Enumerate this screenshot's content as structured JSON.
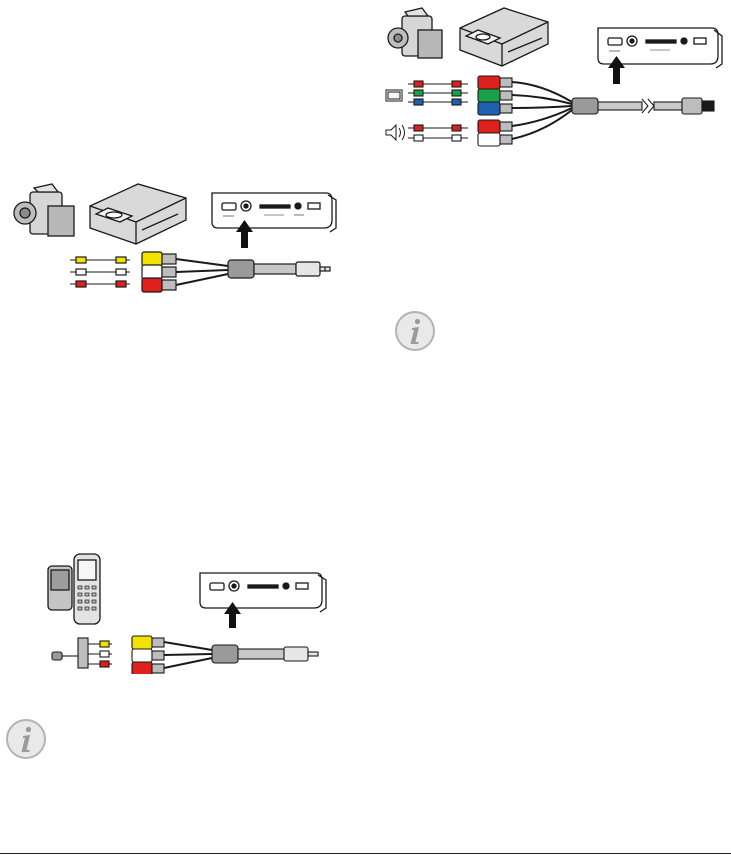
{
  "page": {
    "colors": {
      "rca_yellow": "#f4e300",
      "rca_white": "#ffffff",
      "rca_red": "#e0201c",
      "rca_green": "#1aa048",
      "rca_blue": "#1f5fb0",
      "device_gray": "#d6d6d6",
      "outline": "#1a1a1a",
      "arrow": "#111111",
      "note_icon_fill": "#e9e9e9",
      "note_icon_glyph": "#9a9a9a"
    }
  },
  "figures": [
    {
      "id": "composite-av-connection",
      "icons": [
        "camcorder-icon",
        "dvd-player-icon",
        "projector-icon",
        "arrow-up-icon",
        "composite-cable-icon"
      ]
    },
    {
      "id": "component-video-connection",
      "icons": [
        "camcorder-icon",
        "dvd-player-icon",
        "projector-icon",
        "arrow-up-icon",
        "component-cable-icon",
        "tv-icon",
        "speaker-icon"
      ]
    },
    {
      "id": "mobile-device-connection",
      "icons": [
        "media-player-icon",
        "mobile-phone-icon",
        "projector-icon",
        "arrow-up-icon",
        "adapter-cable-icon"
      ]
    }
  ],
  "notes": [
    {
      "id": "note-right",
      "icon": "info-icon"
    },
    {
      "id": "note-left",
      "icon": "info-icon"
    }
  ]
}
